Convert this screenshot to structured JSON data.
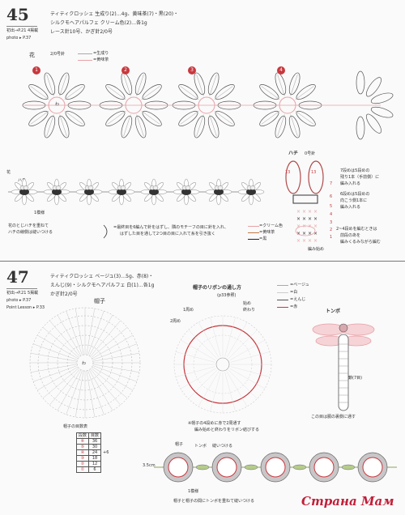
{
  "pattern45": {
    "number": "45",
    "page_ref_top": "初出→P.21 4掲載",
    "page_ref_bottom": "photo ▸ P.37",
    "materials": [
      "ティティクロッシェ 生成り(2)…4g、黄味茶(7)・黒(20)・",
      "シルクモヘアパルフェ クリーム色(2)…各1g",
      "レース針10号、かぎ針2/0号"
    ],
    "flower_label": "花",
    "flower_hook": "2/0号針",
    "legend_flower": [
      "=生成り",
      "=黄味茶"
    ],
    "step_numbers": [
      "1",
      "2",
      "3",
      "4"
    ],
    "center_mark": "わ",
    "flower_label_left": "花",
    "bee_label_left": "ハチ",
    "chain_label": "1模様",
    "left_note": [
      "花のとじハチを重ねて",
      "ハチの線側は縫いつける"
    ],
    "join_note": [
      "=最終目を6編んで針をはずし、隣のモチーフの目に針を入れ、",
      "はずした目を通して2つ目の目に入れて糸を引き抜く"
    ],
    "bee_title": "ハチ",
    "bee_hook": "0号針",
    "bee_numbers": [
      "13",
      "13",
      "7",
      "6",
      "5",
      "4",
      "3",
      "2",
      "1"
    ],
    "bee_legend": [
      "=クリーム色",
      "=黄味茶",
      "=黒"
    ],
    "bee_start": "編み始め",
    "bee_notes": [
      "7段めは5段めの",
      "残り1本（手前側）に",
      "編み入れる",
      "6段めは5段めの",
      "向こう側1本に",
      "編み入れる",
      "2~4段めを編むときは",
      "前段のあを",
      "編みくるみながら編む"
    ]
  },
  "pattern47": {
    "number": "47",
    "page_ref_top": "初出→P.21 5掲載",
    "page_ref_bottom": "photo ▸ P.37",
    "lesson": "Point Lesson ▸ P.33",
    "materials": [
      "ティティクロッシェ ベージュ(3)…5g、赤(8)・",
      "えんじ(9)・シルクモヘアパルフェ 白(1)…各1g",
      "かぎ針2/0号"
    ],
    "hat_label": "帽子",
    "ribbon_title": "帽子のリボンの通し方",
    "ribbon_ref": "(p33参照)",
    "ribbon_start": "始め",
    "ribbon_end": "終わり",
    "ring_label_1": "1周め",
    "ring_label_2": "2周め",
    "legend_hat": [
      "=ベージュ",
      "=白",
      "=えんじ",
      "=赤"
    ],
    "dragonfly_label": "トンボ",
    "dragonfly_note": "鎖(7目)",
    "dragonfly_bottom": "この目は胴の裏側に通す",
    "hat_center": "わ",
    "count_table_title": "帽子の目数表",
    "table_headers": [
      "段数",
      "目数"
    ],
    "table_rows": [
      [
        "⑥",
        "36",
        ""
      ],
      [
        "⑤",
        "30",
        ""
      ],
      [
        "④",
        "24",
        "+6"
      ],
      [
        "③",
        "18",
        ""
      ],
      [
        "②",
        "12",
        ""
      ],
      [
        "①",
        "6",
        ""
      ]
    ],
    "ribbon_note": [
      "※帽子の4段めに赤で2周通す",
      "編み始めと終わりをリボン結びする"
    ],
    "bottom_labels": {
      "hat": "帽子",
      "dragonfly": "トンボ",
      "sew": "縫いつける",
      "height": "3.5cm",
      "motif": "1模様"
    },
    "bottom_note": "帽子と帽子の間にトンボを重ねて縫いつける"
  },
  "watermark": "Страна Мам",
  "colors": {
    "pink": "#e7a1a6",
    "red_step": "#c8383e",
    "dark": "#333333"
  }
}
